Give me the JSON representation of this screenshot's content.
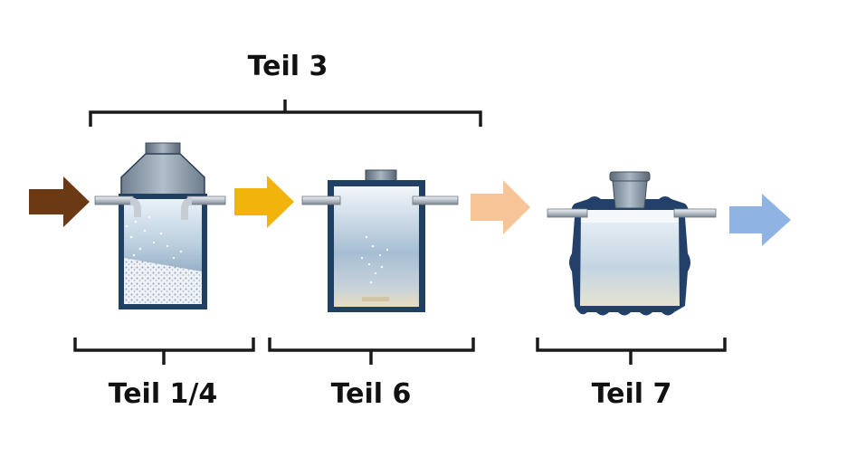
{
  "labels": {
    "top": "Teil 3",
    "tank1": "Teil 1/4",
    "tank2": "Teil 6",
    "tank3": "Teil 7"
  },
  "colors": {
    "arrow_in": "#6b3a14",
    "arrow_2": "#f2b40a",
    "arrow_3": "#f7c597",
    "arrow_out": "#8fb4e3",
    "tank_frame": "#1f3f63",
    "water_light": "#dce9f2",
    "water_mid": "#7e9bb8",
    "sediment": "#f0f4f8",
    "bracket": "#1a1a1a"
  }
}
